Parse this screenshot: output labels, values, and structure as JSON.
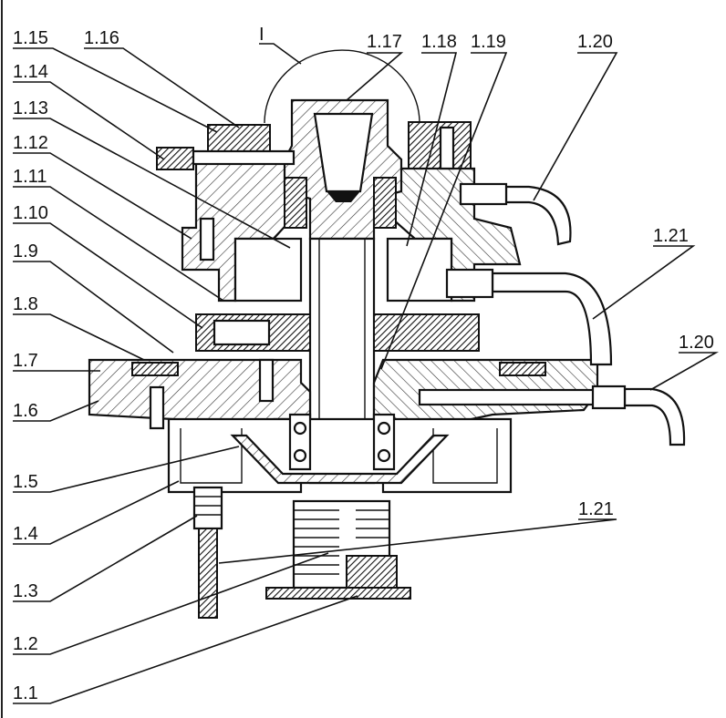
{
  "diagram": {
    "labels": {
      "l1_15": "1.15",
      "l1_16": "1.16",
      "lI": "I",
      "l1_17": "1.17",
      "l1_18": "1.18",
      "l1_19": "1.19",
      "l1_20a": "1.20",
      "l1_14": "1.14",
      "l1_13": "1.13",
      "l1_12": "1.12",
      "l1_11": "1.11",
      "l1_10": "1.10",
      "l1_21a": "1.21",
      "l1_9": "1.9",
      "l1_8": "1.8",
      "l1_7": "1.7",
      "l1_20b": "1.20",
      "l1_6": "1.6",
      "l1_5": "1.5",
      "l1_4": "1.4",
      "l1_21b": "1.21",
      "l1_3": "1.3",
      "l1_2": "1.2",
      "l1_1": "1.1"
    }
  }
}
